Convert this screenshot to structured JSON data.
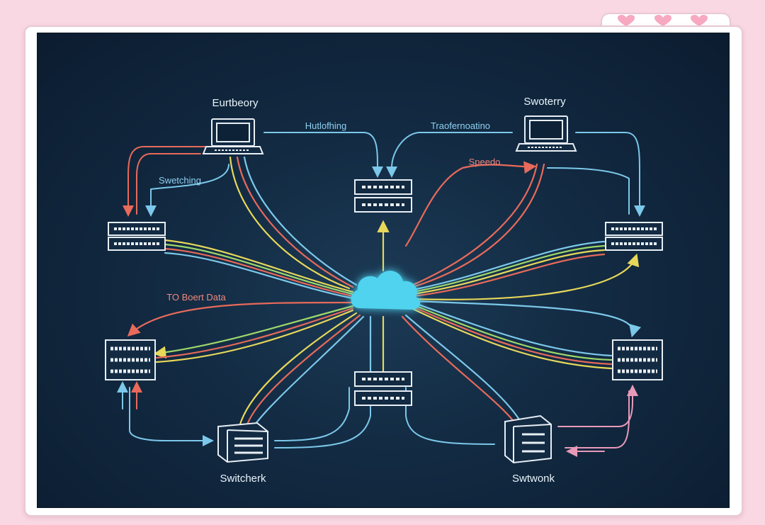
{
  "labels": {
    "top_left_device": "Eurtbeory",
    "top_right_device": "Swoterry",
    "top_center_left": "Hutlofhing",
    "top_center_right": "Traofernoatino",
    "left_switching": "Swetching",
    "right_speed": "Speedo",
    "left_data": "TO Boert Data",
    "bottom_left_device": "Switcherk",
    "bottom_right_device": "Swtwonk"
  },
  "colors": {
    "background": "#f9d7e3",
    "canvas": "#122a42",
    "cloud": "#4fd3ef",
    "line_blue": "#7cc8ea",
    "line_red": "#e86a5a",
    "line_yellow": "#e8d85a",
    "line_green": "#9ed86a",
    "line_pink": "#e89ab8",
    "device_stroke": "#e8eef4"
  },
  "icons": [
    "heart-icon",
    "laptop-icon",
    "switch-icon",
    "server-icon",
    "cloud-icon"
  ]
}
